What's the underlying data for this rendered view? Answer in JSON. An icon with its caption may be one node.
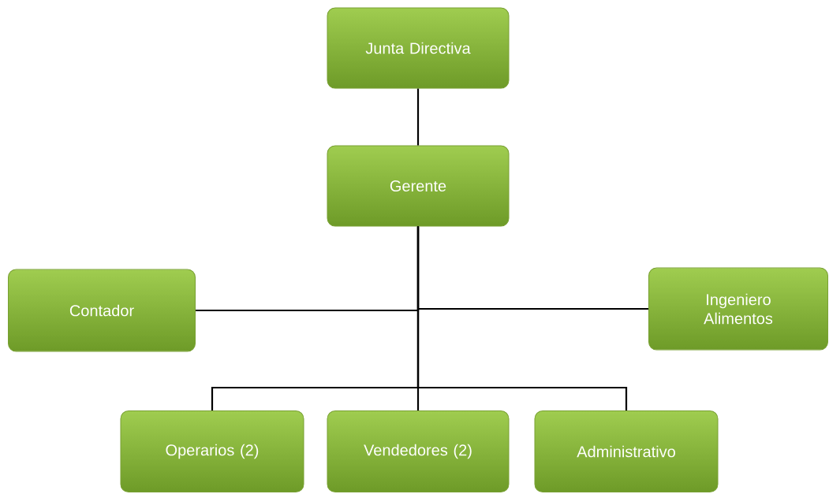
{
  "diagram": {
    "nodes": [
      {
        "text": [
          "Junta Directiva"
        ]
      },
      {
        "text": [
          "Gerente"
        ]
      },
      {
        "text": [
          "Contador"
        ]
      },
      {
        "text": [
          "Ingeniero Alimentos"
        ]
      },
      {
        "text": [
          "Operarios (2)"
        ]
      },
      {
        "text": [
          "Vendedores (2)"
        ]
      },
      {
        "text": [
          "Administrativo"
        ]
      }
    ],
    "edges": [
      {
        "from": 0,
        "to": 1,
        "arrow": "none"
      },
      {
        "from": 1,
        "to": 2,
        "arrow": "none"
      },
      {
        "from": 1,
        "to": 3,
        "arrow": "none"
      },
      {
        "from": 1,
        "to": 4,
        "arrow": "none"
      },
      {
        "from": 1,
        "to": 5,
        "arrow": "none"
      },
      {
        "from": 1,
        "to": 6,
        "arrow": "none"
      }
    ]
  }
}
